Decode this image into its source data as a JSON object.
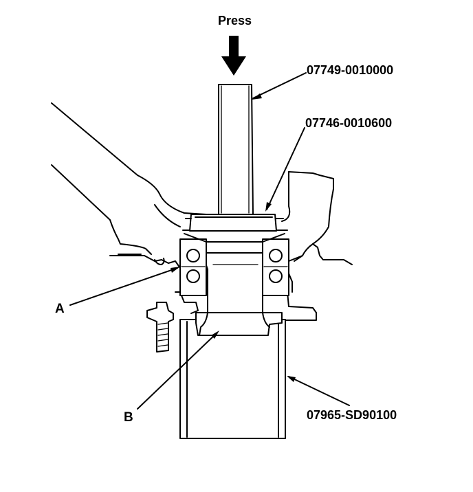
{
  "diagram": {
    "press_label": "Press",
    "callouts": {
      "press_tool": "07749-0010000",
      "bearing_driver": "07746-0010600",
      "support_tube": "07965-SD90100",
      "part_a": "A",
      "part_b": "B"
    }
  },
  "colors": {
    "ink": "#000000",
    "background": "#ffffff"
  },
  "icons": {
    "press_direction": "down-arrow-icon"
  }
}
